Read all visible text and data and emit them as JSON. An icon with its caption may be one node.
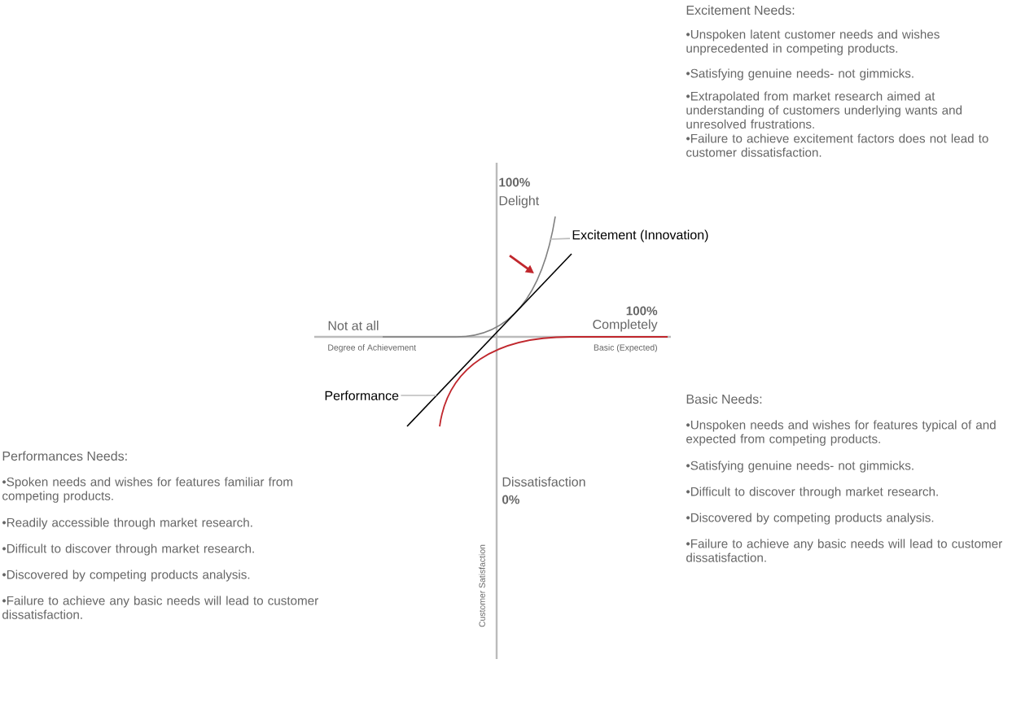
{
  "diagram": {
    "nodes": [
      {
        "text": [
          "Excitement (Innovation)"
        ]
      },
      {
        "text": [
          "Performance"
        ]
      },
      {
        "text": [],
        "shape": "curve"
      },
      {
        "text": [],
        "shape": "line"
      },
      {
        "text": [],
        "shape": "curve"
      }
    ],
    "edges": [
      {
        "from": 0,
        "to": 2,
        "arrow": "none"
      },
      {
        "from": 1,
        "to": 3,
        "arrow": "none"
      }
    ],
    "labels": [
      "Excitement Needs:",
      "•Unspoken latent customer needs and wishes unprecedented in competing products.",
      "•Satisfying genuine needs- not gimmicks.",
      "•Extrapolated from market research aimed at understanding of customers underlying wants and unresolved frustrations.",
      "•Failure to achieve excitement factors does not lead to customer dissatisfaction.",
      "100%",
      "Delight",
      "Not at all",
      "100%",
      "Completely",
      "Degree of Achievement",
      "Basic (Expected)",
      "Basic Needs:",
      "•Unspoken needs and wishes for features typical of and expected from competing products.",
      "•Satisfying genuine needs- not gimmicks.",
      "•Difficult to discover through market research.",
      "•Discovered by competing products analysis.",
      "•Failure to achieve any basic needs will lead to customer dissatisfaction.",
      "Performances Needs:",
      "•Spoken needs and wishes for features familiar from competing products.",
      "•Readily accessible through market research.",
      "•Difficult to discover through market research.",
      "•Discovered by competing products analysis.",
      "•Failure to achieve any basic needs will lead to customer dissatisfaction.",
      "Customer Satisfaction",
      "Dissatisfaction",
      "0%"
    ]
  }
}
